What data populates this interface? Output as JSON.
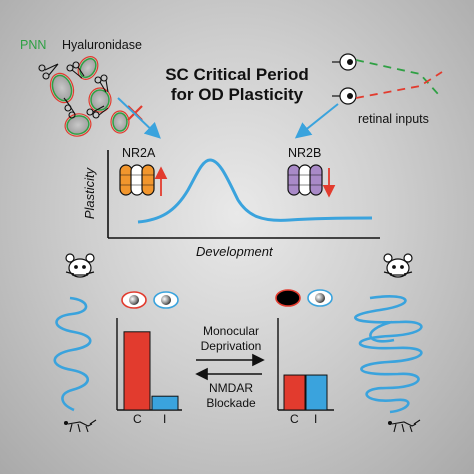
{
  "header": {
    "pnn_label": "PNN",
    "hyaluronidase_label": "Hyaluronidase",
    "title_line1": "SC Critical Period",
    "title_line2": "for OD Plasticity",
    "retinal_inputs_label": "retinal inputs"
  },
  "receptors": {
    "nr2a_label": "NR2A",
    "nr2b_label": "NR2B",
    "nr2a_change": "up",
    "nr2b_change": "down"
  },
  "curve_plot": {
    "ylabel": "Plasticity",
    "xlabel": "Development"
  },
  "bars_left": {
    "categories": [
      "C",
      "I"
    ],
    "values": [
      0.85,
      0.15
    ]
  },
  "bars_right": {
    "categories": [
      "C",
      "I"
    ],
    "values": [
      0.38,
      0.38
    ]
  },
  "transitions": {
    "forward_line1": "Monocular",
    "forward_line2": "Deprivation",
    "backward_line1": "NMDAR",
    "backward_line2": "Blockade"
  },
  "colors": {
    "red": "#e23b2e",
    "blue": "#3aa3dd",
    "green": "#2ea043",
    "orange": "#f2962d",
    "purple": "#a98ac8",
    "dark": "#111111"
  }
}
